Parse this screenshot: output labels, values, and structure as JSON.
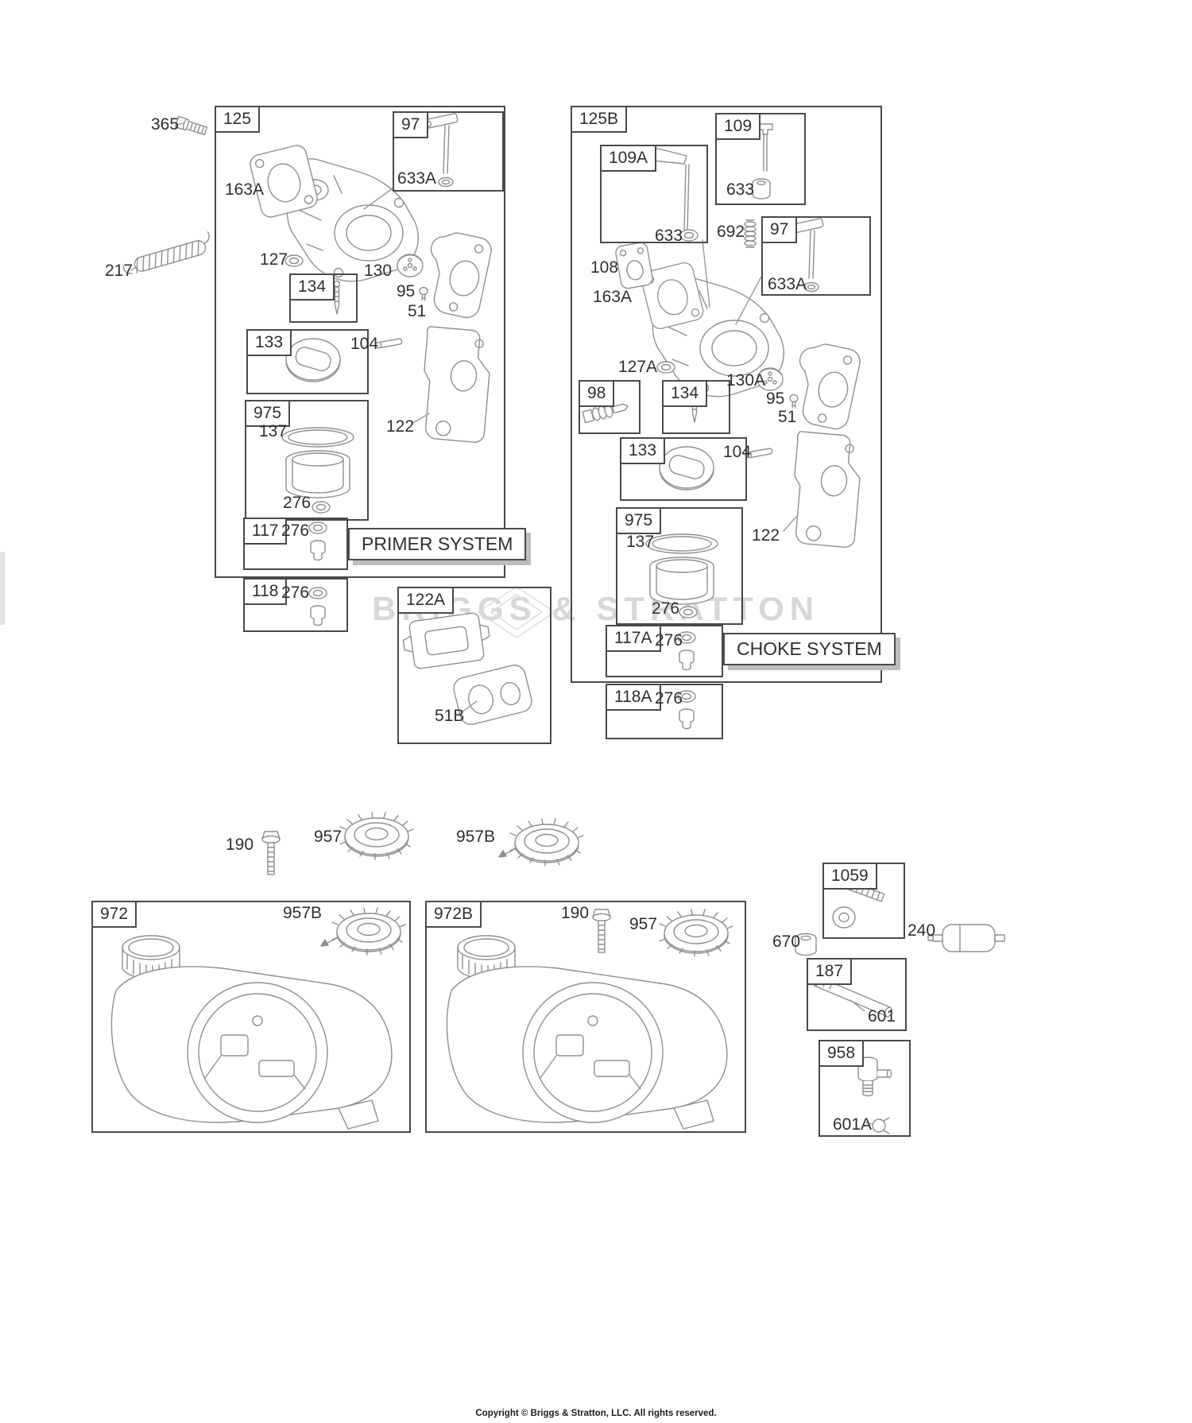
{
  "page": {
    "copyright": "Copyright © Briggs & Stratton, LLC. All rights reserved.",
    "watermark": "BRIGGS & STRATTON"
  },
  "system_labels": {
    "primer": "PRIMER SYSTEM",
    "choke": "CHOKE SYSTEM"
  },
  "group_boxes": {
    "g125": "125",
    "g97L": "97",
    "g134L": "134",
    "g133L": "133",
    "g975L": "975",
    "g117": "117",
    "g118": "118",
    "g122A": "122A",
    "g125B": "125B",
    "g109A": "109A",
    "g109": "109",
    "g97R": "97",
    "g98": "98",
    "g134R": "134",
    "g133R": "133",
    "g975R": "975",
    "g117A": "117A",
    "g118A": "118A",
    "g972": "972",
    "g972B": "972B",
    "g1059": "1059",
    "g187": "187",
    "g958": "958"
  },
  "part_labels": {
    "p365": "365",
    "p163A_left": "163A",
    "p217": "217",
    "p127": "127",
    "p130": "130",
    "p633A_left": "633A",
    "p95_left": "95",
    "p51_left": "51",
    "p104_left": "104",
    "p122_left": "122",
    "p137_left": "137",
    "p276_975_left": "276",
    "p276_117": "276",
    "p276_118": "276",
    "p51B": "51B",
    "p633_109": "633",
    "p633_right": "633",
    "p692": "692",
    "p633A_right": "633A",
    "p108": "108",
    "p163A_right": "163A",
    "p127A": "127A",
    "p130A": "130A",
    "p95_right": "95",
    "p51_right": "51",
    "p104_right": "104",
    "p122_right": "122",
    "p137_right": "137",
    "p276_975_right": "276",
    "p276_117A": "276",
    "p276_118A": "276",
    "p190_top": "190",
    "p957_top": "957",
    "p957B_top": "957B",
    "p957B_tank": "957B",
    "p190_tank": "190",
    "p957_tank": "957",
    "p670": "670",
    "p240": "240",
    "p601": "601",
    "p601A": "601A"
  }
}
